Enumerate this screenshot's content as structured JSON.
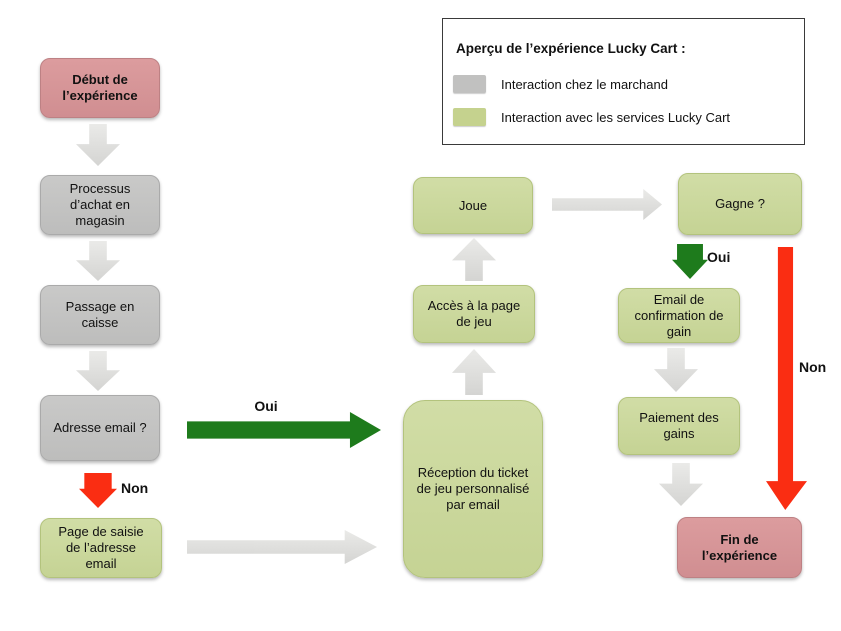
{
  "legend": {
    "title": "Aperçu de l’expérience Lucky Cart :",
    "items": [
      {
        "key": "merchant",
        "color": "#c1c1c0",
        "label": "Interaction chez le marchand"
      },
      {
        "key": "luckycart",
        "color": "#c5d28e",
        "label": "Interaction avec les services Lucky Cart"
      }
    ]
  },
  "nodes": {
    "start": {
      "label": "Début de l’expérience"
    },
    "purchase": {
      "label": "Processus d’achat en magasin"
    },
    "checkout": {
      "label": "Passage en caisse"
    },
    "email_question": {
      "label": "Adresse email ?"
    },
    "email_entry": {
      "label": "Page de saisie de l’adresse email"
    },
    "ticket": {
      "label": "Réception du ticket de jeu personnalisé par email"
    },
    "game_access": {
      "label": "Accès à la page de jeu"
    },
    "play": {
      "label": "Joue"
    },
    "win_question": {
      "label": "Gagne ?"
    },
    "win_email": {
      "label": "Email de confirmation de gain"
    },
    "payment": {
      "label": "Paiement des gains"
    },
    "end": {
      "label": "Fin de l’expérience"
    }
  },
  "edges": {
    "email_yes": "Oui",
    "email_no": "Non",
    "win_yes": "Oui",
    "win_no": "Non"
  },
  "colors": {
    "merchant_fill": "#c1c1c0",
    "luckycart_fill": "#c9d69b",
    "terminal_fill": "#d69598",
    "yes_green": "#1e7b1c",
    "no_red": "#fa2d12",
    "neutral_gray": "#e0e0de"
  }
}
